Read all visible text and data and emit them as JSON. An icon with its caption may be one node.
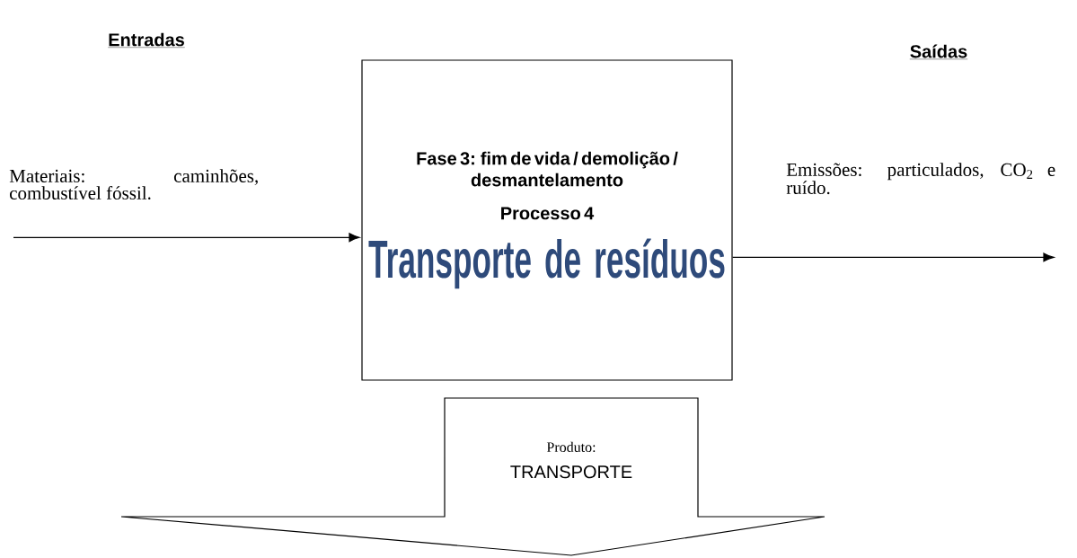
{
  "diagram": {
    "nodes": [
      {
        "text": [
          "Materiais: caminhões, combustível fóssil."
        ]
      },
      {
        "text": [
          "Fase 3: fim de vida / demolição / desmantelamento",
          "Processo 4",
          "Transporte de resíduos"
        ]
      },
      {
        "text": [
          "Emissões: particulados, CO$_{2}$ e ruído."
        ]
      },
      {
        "text": [
          "Produto:",
          "TRANSPORTE"
        ]
      }
    ],
    "edges": [
      {
        "from": 0,
        "to": 1,
        "arrow": "to"
      },
      {
        "from": 1,
        "to": 2,
        "arrow": "to"
      }
    ],
    "labels": [
      "Entradas",
      "Saídas"
    ]
  }
}
